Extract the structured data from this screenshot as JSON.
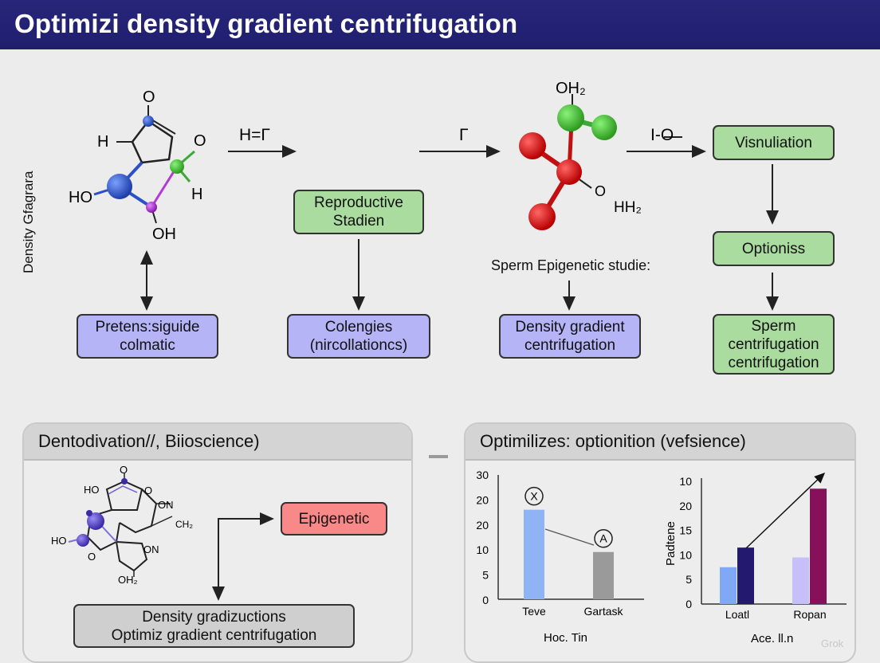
{
  "header": {
    "title": "Optimizi density gradient centrifugation"
  },
  "side_label": "Density Gfagrara",
  "molecule1": {
    "atoms": [
      "O",
      "H",
      "O",
      "HO",
      "H",
      "OH"
    ]
  },
  "molecule2": {
    "atoms": [
      "OH₂",
      "O",
      "HH₂"
    ]
  },
  "arrow_labels": {
    "a1": "H=Γ",
    "a2": "Γ",
    "a3": "I-O"
  },
  "boxes": {
    "reproductive": "Reproductive\nStadien",
    "visualization": "Visnuliation",
    "optioniss": "Optioniss",
    "sperm_centrifugation": "Sperm\ncentrifugation\ncentrifugation",
    "pretens": "Pretens:siguide\ncolmatic",
    "colengies": "Colengies\n(nircollationcs)",
    "density_gradient": "Density gradient\ncentrifugation"
  },
  "sperm_epigenetic_label": "Sperm Epigenetic studie:",
  "panel_left": {
    "title": "Dentodivation//, Biioscience)",
    "molecule_labels": [
      "O",
      "HO",
      "O",
      "ON",
      "CH₂",
      "HO",
      "O",
      "ON",
      "OH₂"
    ],
    "epigenetic": "Epigenetic",
    "bottom_box": "Density gradizuctions\nOptimiz gradient centrifugation"
  },
  "separator": "–",
  "panel_right": {
    "title": "Optimilizes: optionition (vefsience)",
    "watermark": "Grok"
  },
  "chart_data": [
    {
      "type": "bar",
      "categories": [
        "Teve",
        "Gartask"
      ],
      "values": [
        18,
        9.5
      ],
      "yticks": [
        "30",
        "20",
        "20",
        "10",
        "5",
        "0"
      ],
      "xlabel": "Hoc. Tin",
      "markers": [
        "X",
        "A"
      ],
      "colors": [
        "#8fb3f4",
        "#9a9a9a"
      ]
    },
    {
      "type": "bar",
      "categories": [
        "Loatl",
        "Ropan"
      ],
      "series": [
        {
          "values": [
            7.5,
            9.5
          ],
          "colors": [
            "#7fa8f7",
            "#c6c0f8"
          ]
        },
        {
          "values": [
            11.5,
            23.5
          ],
          "colors": [
            "#231a70",
            "#86105a"
          ]
        }
      ],
      "yticks": [
        "10",
        "20",
        "15",
        "10",
        "5",
        "0"
      ],
      "ylabel": "Padtene",
      "xlabel": "Ace. ll.n"
    }
  ]
}
